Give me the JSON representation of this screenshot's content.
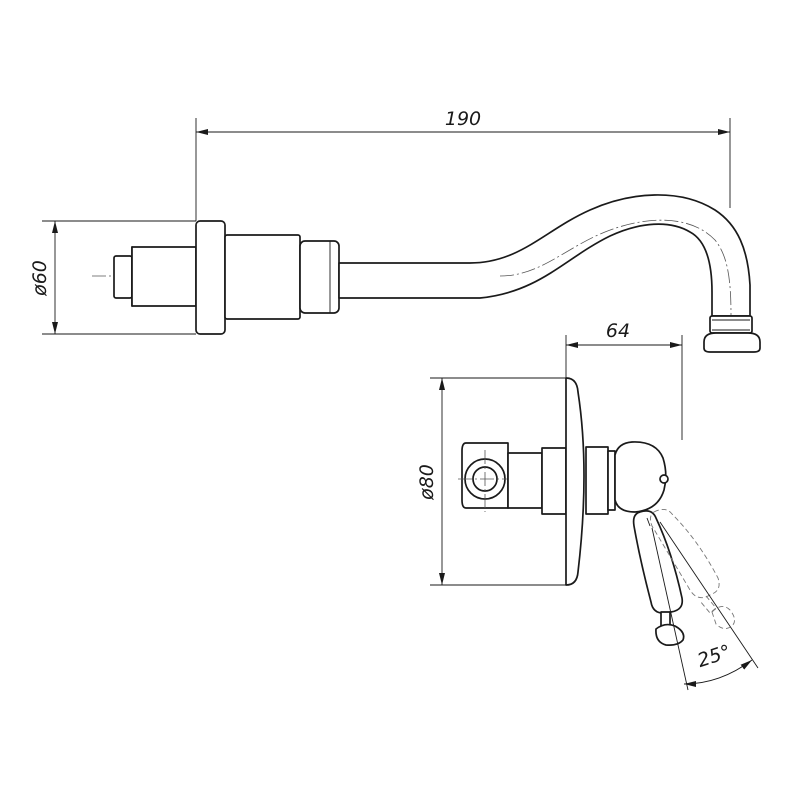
{
  "dimensions": {
    "spout_length": "190",
    "spout_diameter": "ø60",
    "rosette_diameter": "ø80",
    "valve_depth": "64",
    "handle_angle": "25°"
  },
  "colors": {
    "line": "#1a1a1a",
    "background": "#ffffff"
  }
}
